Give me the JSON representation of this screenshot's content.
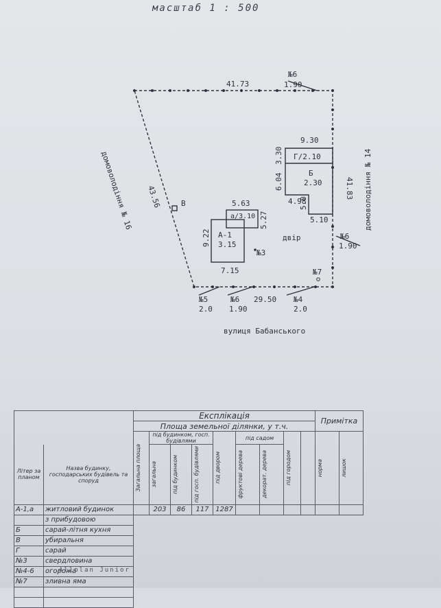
{
  "scale_label": "масштаб   1 : 500",
  "plan": {
    "dims": {
      "top": "41.73",
      "left": "43.56",
      "right": "41.83",
      "bottom": "29.50",
      "b_top": "9.30",
      "b_vert": "6.04",
      "b_mid": "3.30",
      "b_low": "4.98",
      "b_low2": "5.0",
      "b_right": "5.10",
      "a_top": "5.63",
      "a_left": "9.22",
      "a_right": "5.27",
      "a_bottom": "7.15"
    },
    "labels": {
      "g_label": "Г/2.10",
      "b_name": "Б",
      "b_height": "2.30",
      "a_name": "А-1",
      "a_height": "3.15",
      "a_ext": "а/3.10",
      "dvir": "двір",
      "n3": "№3",
      "n7": "№7",
      "v": "В",
      "n6_top": "№6",
      "n6_top_h": "1.90",
      "n6_right": "№6",
      "n6_right_h": "1.90",
      "n5": "№5",
      "n5_h": "2.0",
      "n6_bot": "№6",
      "n6_bot_h": "1.90",
      "n4": "№4",
      "n4_h": "2.0",
      "left_neighbor": "домоволодіння № 16",
      "right_neighbor": "домоволодіння № 14",
      "street": "вулиця Бабанського"
    }
  },
  "table": {
    "title": "Експлікація",
    "area_header": "Площа земельної ділянки, у т.ч.",
    "note_header": "Примітка",
    "col_letter": "Літер за планом",
    "col_name": "Назва будинку, господарських будівель та споруд",
    "col_total": "Загальна площа",
    "sub_buildings": "під будинком, госп. будівлями",
    "sub_garden": "під садом",
    "col_total_built": "загальна",
    "col_house": "під будинком",
    "col_outbuild": "під госп. будівлями",
    "col_yard": "під двором",
    "col_fruit": "фруктові дерева",
    "col_decor": "декорат. дерева",
    "col_veg": "під городом",
    "col_norm": "норма",
    "col_excess": "лишок",
    "rows": [
      {
        "letter": "А-1,а",
        "name": "житловий будинок",
        "total_built": "203",
        "house": "86",
        "outbuild": "117",
        "yard": "1287"
      },
      {
        "letter": "",
        "name": "з прибудовою",
        "total_built": "",
        "house": "",
        "outbuild": "",
        "yard": ""
      },
      {
        "letter": "Б",
        "name": "сарай-літня кухня",
        "total_built": "",
        "house": "",
        "outbuild": "",
        "yard": ""
      },
      {
        "letter": "В",
        "name": "убиральня",
        "total_built": "",
        "house": "",
        "outbuild": "",
        "yard": ""
      },
      {
        "letter": "Г",
        "name": "сарай",
        "total_built": "",
        "house": "",
        "outbuild": "",
        "yard": ""
      },
      {
        "letter": "№3",
        "name": "свердловина",
        "total_built": "",
        "house": "",
        "outbuild": "",
        "yard": ""
      },
      {
        "letter": "№4-6",
        "name": "огорожа",
        "total_built": "",
        "house": "",
        "outbuild": "",
        "yard": ""
      },
      {
        "letter": "№7",
        "name": "зливна яма",
        "total_built": "",
        "house": "",
        "outbuild": "",
        "yard": ""
      }
    ]
  },
  "footer": "Allplan Junior",
  "colors": {
    "paper": "#dfe1e5",
    "ink": "#2c303a"
  }
}
